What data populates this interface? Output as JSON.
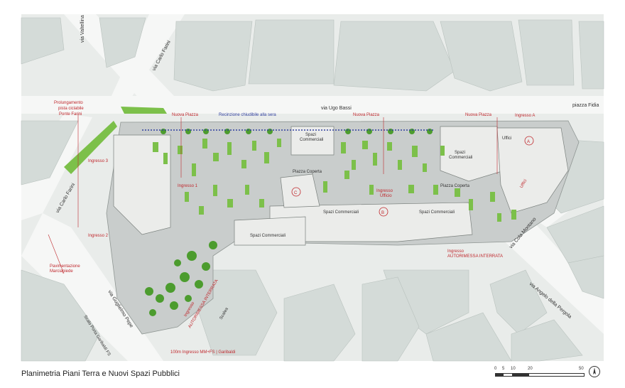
{
  "caption": "Planimetria Piani Terra e Nuovi Spazi Pubblici",
  "colors": {
    "background": "#ffffff",
    "map_base": "#e9ecea",
    "buildings": "#d4dbd8",
    "plaza": "#c9cdcc",
    "green": "#7cc04a",
    "dark_green": "#4c9c2e",
    "annotation_red": "#c0282d",
    "fence_blue": "#2f3f9e"
  },
  "streets": {
    "via_valtellina": "via Valtellina",
    "via_carlo_farini_top": "via Carlo Farini",
    "via_carlo_farini_left": "via Carlo Farini",
    "via_ugo_bassi": "via Ugo Bassi",
    "piazza_fidia": "piazza Fidia",
    "via_cola_montano": "via Cola Montano",
    "via_angelo_della_pergola": "via Angelo della Pergola",
    "via_guglielmo_pepe": "via Guglielmo Pepe",
    "scalo": "Scalo Porta Garibaldi FS",
    "scalea": "Scalea"
  },
  "annotations": {
    "prolungamento_1": "Prolungamento",
    "prolungamento_2": "pista ciclabile",
    "prolungamento_3": "Ponte Farini",
    "pavimentazione_1": "Pavimentazione",
    "pavimentazione_2": "Marciapiede",
    "nuova_piazza_1": "Nuova Piazza",
    "nuova_piazza_2": "Nuova Piazza",
    "nuova_piazza_3": "Nuova Piazza",
    "recinzione": "Recinzione chiudibile alla sera",
    "ingresso_a": "Ingresso A",
    "ingresso_1": "Ingresso 1",
    "ingresso_2": "Ingresso 2",
    "ingresso_3": "Ingresso 3",
    "ingresso_ufficio_1": "Ingresso",
    "ingresso_ufficio_2": "Ufficio",
    "ingresso_autorimessa_1": "Ingresso",
    "ingresso_autorimessa_2": "AUTORIMESSA INTERRATA",
    "ingresso_autorimessa_left_1": "Ingresso",
    "ingresso_autorimessa_left_2": "AUTORIMESSA INTERRATA",
    "metro": "100m Ingresso MM+FS | Garibaldi"
  },
  "building_labels": {
    "spazi_commerciali_top_1": "Spazi",
    "spazi_commerciali_top_2": "Commerciali",
    "spazi_commerciali_right_1": "Spazi",
    "spazi_commerciali_right_2": "Commerciali",
    "spazi_commerciali_mid": "Spazi Commerciali",
    "spazi_commerciali_long": "Spazi Commerciali",
    "spazi_commerciali_low": "Spazi Commerciali",
    "piazza_coperta_1": "Piazza Coperta",
    "piazza_coperta_2": "Piazza Coperta",
    "uffici": "Uffici",
    "uffici_2": "Uffici",
    "marker_a": "A",
    "marker_b": "B",
    "marker_c": "C"
  },
  "scale_bar": {
    "t0": "0",
    "t5": "5",
    "t10": "10",
    "t20": "20",
    "t50": "50"
  }
}
